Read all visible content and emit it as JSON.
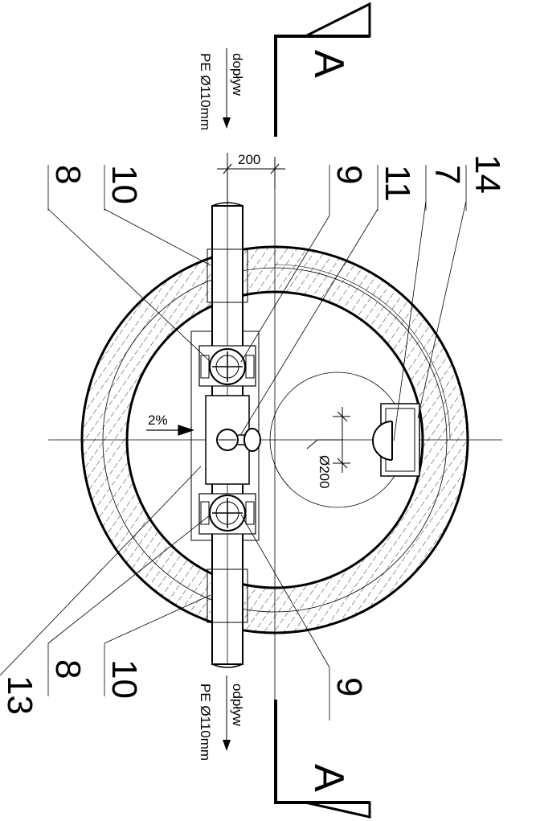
{
  "labels": {
    "top": [
      "10",
      "8",
      "9",
      "11",
      "14",
      "7"
    ],
    "bottom": [
      "10",
      "8",
      "13",
      "9"
    ]
  },
  "pipe": {
    "inflow_label": "dopływ",
    "outflow_label": "odpływ",
    "pipe_spec": "PE Ø110mm"
  },
  "dimensions": {
    "offset": "200",
    "sump_diameter": "Ø200"
  },
  "slope": "2%",
  "section_mark": "A"
}
